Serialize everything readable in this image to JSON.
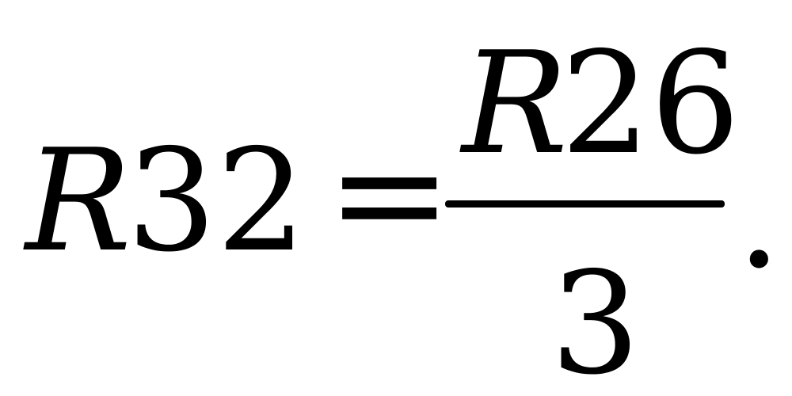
{
  "equation": {
    "lhs": {
      "variable": "R",
      "subscript": "32"
    },
    "operator": "=",
    "fraction": {
      "numerator": {
        "variable": "R",
        "subscript": "26"
      },
      "denominator": "3"
    },
    "terminator": "."
  }
}
